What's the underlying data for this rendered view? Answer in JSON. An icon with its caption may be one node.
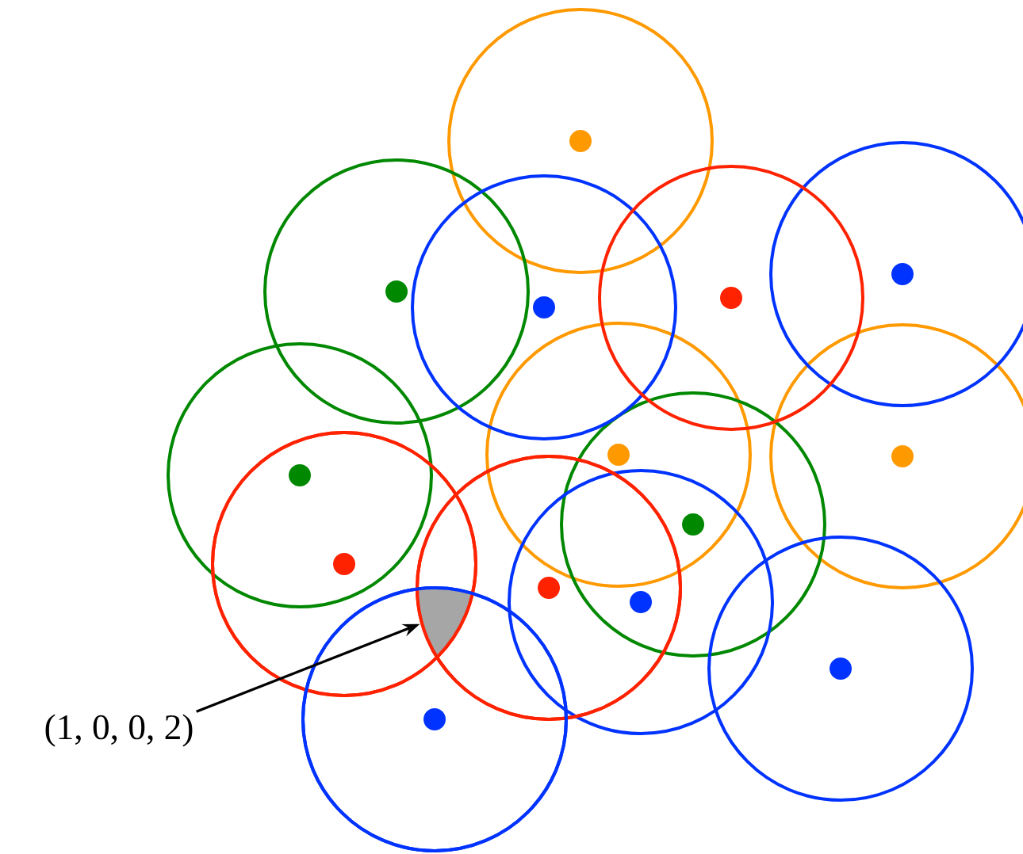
{
  "diagram": {
    "nodes": [
      {
        "text": [
          "(1, 0, 0, 2)"
        ]
      },
      {
        "text": [],
        "shape": "region"
      }
    ],
    "edges": [
      {
        "from": 0,
        "to": 1,
        "arrow": "to"
      }
    ]
  }
}
